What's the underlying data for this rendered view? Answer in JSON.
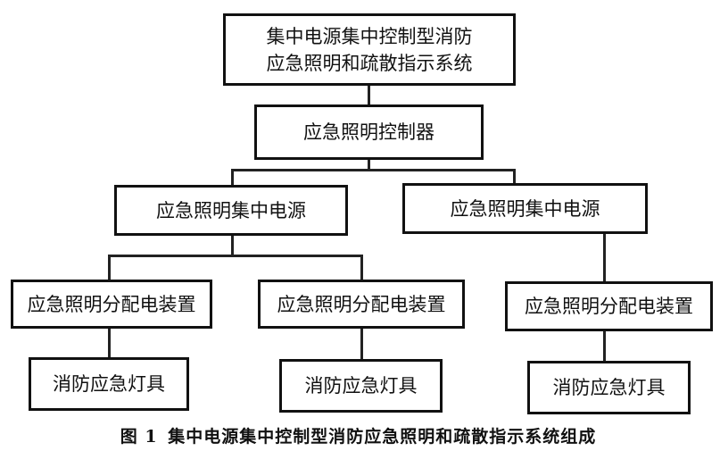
{
  "root": {
    "line1": "集中电源集中控制型消防",
    "line2": "应急照明和疏散指示系统"
  },
  "controller": "应急照明控制器",
  "power_supplies": [
    "应急照明集中电源",
    "应急照明集中电源"
  ],
  "distribution_devices": [
    "应急照明分配电装置",
    "应急照明分配电装置",
    "应急照明分配电装置"
  ],
  "lamps": [
    "消防应急灯具",
    "消防应急灯具",
    "消防应急灯具"
  ],
  "caption": {
    "figure_no": "图 1",
    "title": "集中电源集中控制型消防应急照明和疏散指示系统组成"
  }
}
